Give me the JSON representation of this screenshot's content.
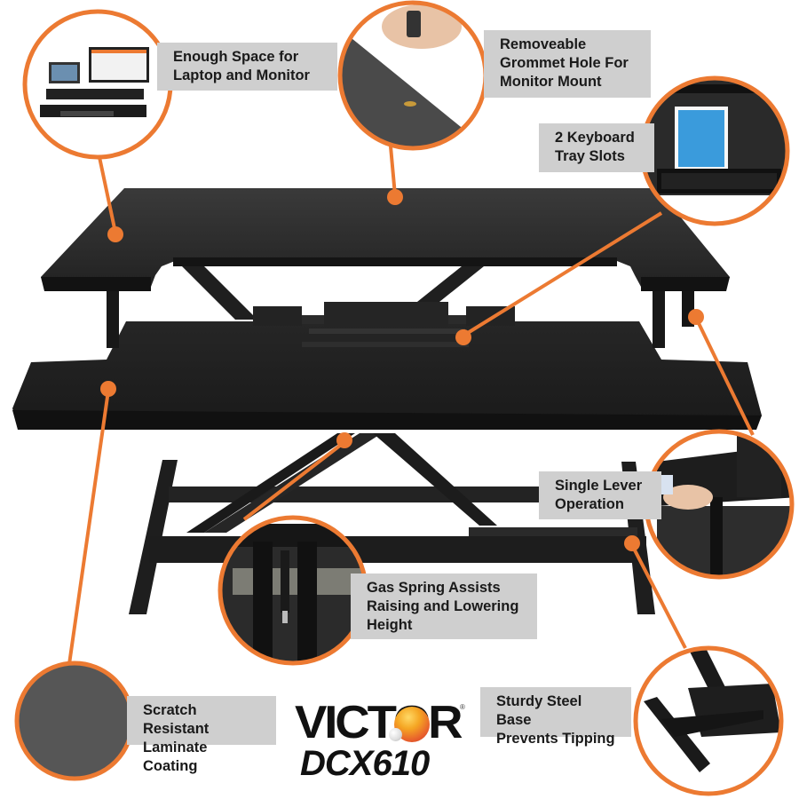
{
  "product": {
    "brand": "VICTOR",
    "model": "DCX610",
    "registered_mark": "®"
  },
  "callouts": [
    {
      "id": "space",
      "text": "Enough Space for\nLaptop and Monitor"
    },
    {
      "id": "grommet",
      "text": "Removeable\nGrommet Hole For\nMonitor Mount"
    },
    {
      "id": "keyboard",
      "text": "2 Keyboard\nTray Slots"
    },
    {
      "id": "lever",
      "text": "Single Lever\nOperation"
    },
    {
      "id": "gas-spring",
      "text": "Gas Spring Assists\nRaising and Lowering\nHeight"
    },
    {
      "id": "laminate",
      "text": "Scratch Resistant\nLaminate Coating"
    },
    {
      "id": "base",
      "text": "Sturdy Steel Base\nPrevents Tipping"
    }
  ],
  "colors": {
    "accent_orange": "#ec7a32",
    "label_gray": "#cfcfcf",
    "desk_black": "#1c1c1c",
    "desk_surface": "#2b2b2b"
  }
}
